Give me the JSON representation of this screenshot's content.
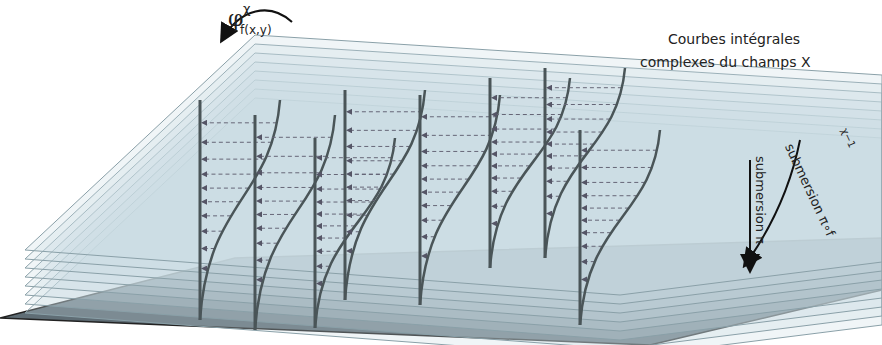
{
  "diagram": {
    "labels": [
      "φ",
      "χ",
      "f(x,y)",
      "Courbes intégrales",
      "complexes du champs X",
      "submersion π",
      "submersion π∘f",
      "χ−1"
    ]
  }
}
